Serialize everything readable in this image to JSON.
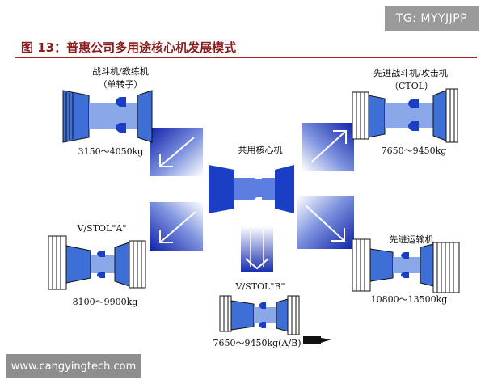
{
  "watermark_top": "TG: MYYJJPP",
  "figure_title": "图 13：普惠公司多用途核心机发展模式",
  "watermark_bottom": "www.cangyingtech.com",
  "center": {
    "label": "共用核心机"
  },
  "nodes": {
    "top_left": {
      "name": "战斗机/教练机",
      "sub": "（单转子）",
      "weight": "3150～4050kg"
    },
    "top_right": {
      "name": "先进战斗机/攻击机",
      "sub": "（CTOL）",
      "weight": "7650～9450kg"
    },
    "mid_left": {
      "name": "V/STOL\"A\"",
      "weight": "8100～9900kg"
    },
    "bottom_center": {
      "name": "V/STOL\"B\"",
      "weight": "7650～9450kg(A/B)"
    },
    "mid_right": {
      "name": "先进运输机",
      "weight": "10800～13500kg"
    }
  },
  "colors": {
    "engine_blue": "#1a3fc4",
    "light_blue": "#8aa8e8",
    "title_red": "#8b1c1c"
  }
}
